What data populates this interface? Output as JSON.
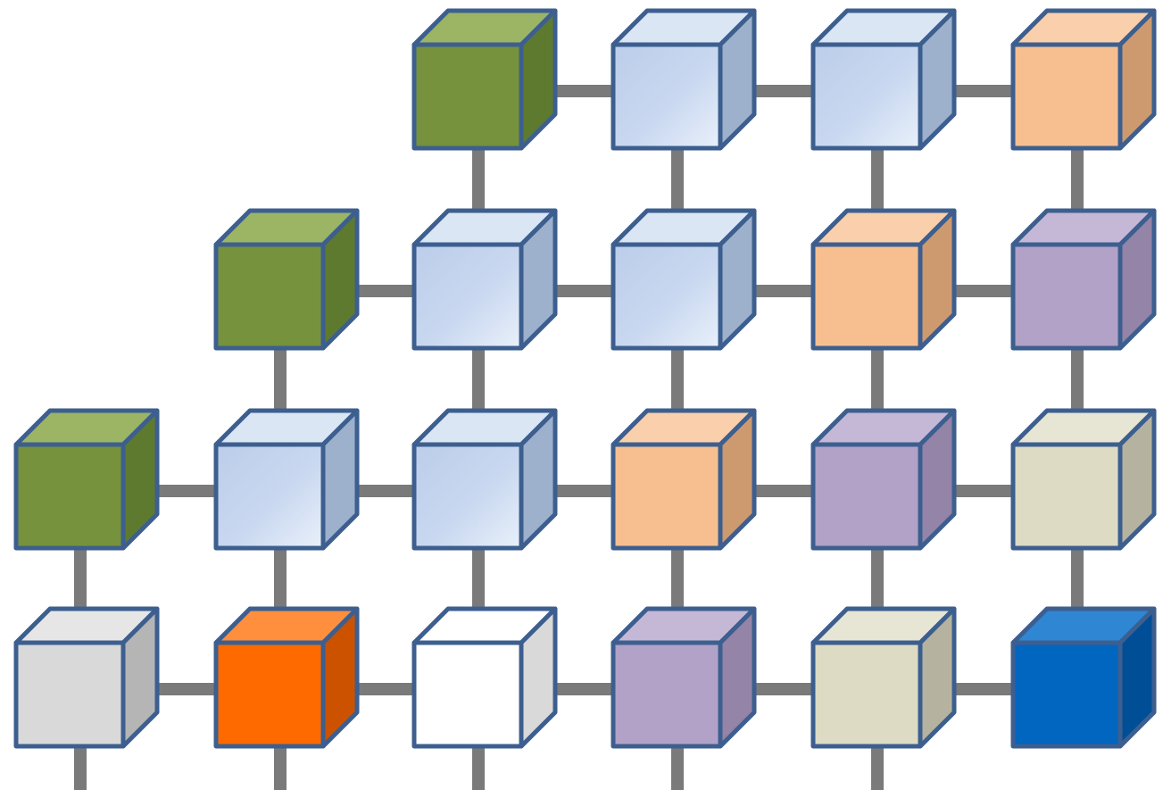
{
  "diagram": {
    "kind": "cube-mesh-grid",
    "palette": {
      "green": {
        "front": "#76923c",
        "top": "#9bb565",
        "side": "#5e7a2e"
      },
      "lightblue": {
        "front": "#c6d6ee",
        "top": "#dbe6f5",
        "side": "#9db0cc",
        "gradient_to": "#e8eff9"
      },
      "peach": {
        "front": "#f7bf90",
        "top": "#f9d0ab",
        "side": "#cd9a70"
      },
      "lavender": {
        "front": "#b2a2c7",
        "top": "#c5b8d6",
        "side": "#9384a8"
      },
      "beige": {
        "front": "#dddbc4",
        "top": "#e7e5d4",
        "side": "#b5b3a0"
      },
      "gray": {
        "front": "#d9d9d9",
        "top": "#e6e6e6",
        "side": "#b5b5b5"
      },
      "orange": {
        "front": "#ff6a00",
        "top": "#ff8e3d",
        "side": "#cc5200"
      },
      "white": {
        "front": "#ffffff",
        "top": "#ffffff",
        "side": "#d9d9d9"
      },
      "blue": {
        "front": "#0066bf",
        "top": "#2f86d3",
        "side": "#004f96"
      }
    },
    "edge_color": "#3d5f8f",
    "link_color": "#7a7a7a",
    "rows": [
      {
        "row": 0,
        "cells": [
          null,
          null,
          "green",
          "lightblue",
          "lightblue",
          "peach"
        ]
      },
      {
        "row": 1,
        "cells": [
          null,
          "green",
          "lightblue",
          "lightblue",
          "peach",
          "lavender"
        ]
      },
      {
        "row": 2,
        "cells": [
          "green",
          "lightblue",
          "lightblue",
          "peach",
          "lavender",
          "beige"
        ]
      },
      {
        "row": 3,
        "cells": [
          "gray",
          "orange",
          "white",
          "lavender",
          "beige",
          "blue"
        ]
      }
    ],
    "bottom_stubs": true
  }
}
